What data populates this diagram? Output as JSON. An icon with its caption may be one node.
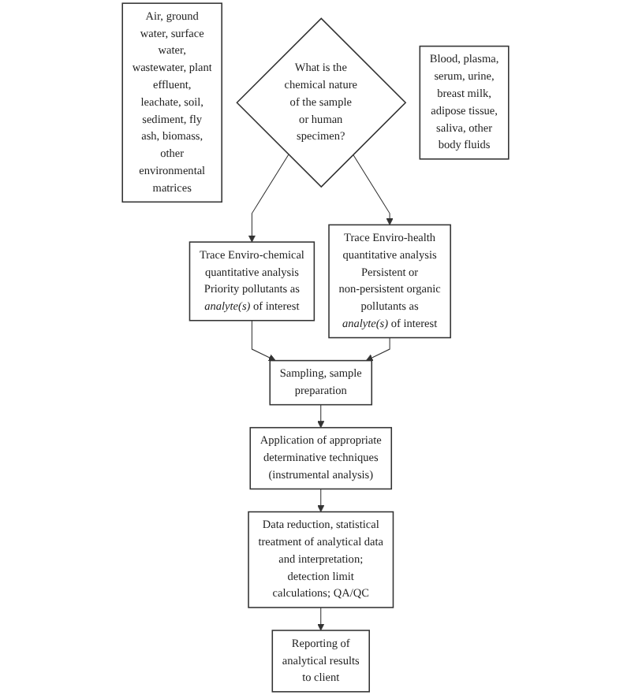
{
  "diagram": {
    "nodes": [
      {
        "text": [
          "What is the chemical nature of the sample or human specimen?"
        ]
      },
      {
        "text": [
          "Air, ground water, surface water, wastewater, plant effluent, leachate, soil, sediment, fly ash, biomass, other environmental matrices"
        ]
      },
      {
        "text": [
          "Blood, plasma, serum, urine, breast milk, adipose tissue, saliva, other body fluids"
        ]
      },
      {
        "text": [
          "Trace Enviro-chemical quantitative analysis",
          "Priority pollutants as *analyte(s)* of interest"
        ]
      },
      {
        "text": [
          "Trace Enviro-health quantitative analysis",
          "Persistent or non-persistent organic pollutants as *analyte(s)* of interest"
        ]
      },
      {
        "text": [
          "Sampling, sample preparation"
        ]
      },
      {
        "text": [
          "Application of appropriate determinative techniques (instrumental analysis)"
        ]
      },
      {
        "text": [
          "Data reduction, statistical treatment of analytical data and interpretation; detection limit calculations; QA/QC"
        ]
      },
      {
        "text": [
          "Reporting of analytical results to client"
        ]
      }
    ],
    "edges": [
      {
        "from": 0,
        "to": 3,
        "arrow": "to"
      },
      {
        "from": 0,
        "to": 4,
        "arrow": "to"
      },
      {
        "from": 3,
        "to": 5,
        "arrow": "to"
      },
      {
        "from": 4,
        "to": 5,
        "arrow": "to"
      },
      {
        "from": 5,
        "to": 6,
        "arrow": "to"
      },
      {
        "from": 6,
        "to": 7,
        "arrow": "to"
      },
      {
        "from": 7,
        "to": 8,
        "arrow": "to"
      }
    ]
  }
}
